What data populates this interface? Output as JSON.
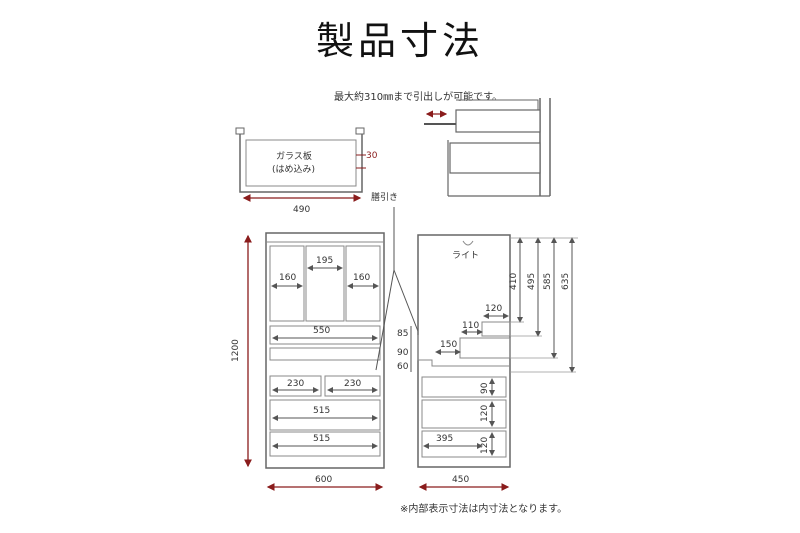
{
  "title": "製品寸法",
  "drawer_note": "最大約310㎜まで引出しが可能です。",
  "footnote": "※内部表示寸法は内寸法となります。",
  "glass_box": {
    "label_line1": "ガラス板",
    "label_line2": "(はめ込み)",
    "depth": "30",
    "width": "490"
  },
  "front": {
    "height": "1200",
    "width": "600",
    "left_shelf": "160",
    "center_shelf": "195",
    "right_shelf": "160",
    "shelf_width": "550",
    "small_drawer_left": "230",
    "small_drawer_right": "230",
    "drawer_mid": "515",
    "drawer_bottom": "515",
    "leader_label": "膳引き"
  },
  "side": {
    "light_label": "ライト",
    "width": "450",
    "h1": "410",
    "h2": "495",
    "h3": "585",
    "h4": "635",
    "step_top": "120",
    "step_mid": "110",
    "step_bottom": "150",
    "left_85": "85",
    "left_90": "90",
    "left_60": "60",
    "drawer_h1": "90",
    "drawer_h2": "120",
    "drawer_h3": "120",
    "drawer_depth": "395"
  }
}
